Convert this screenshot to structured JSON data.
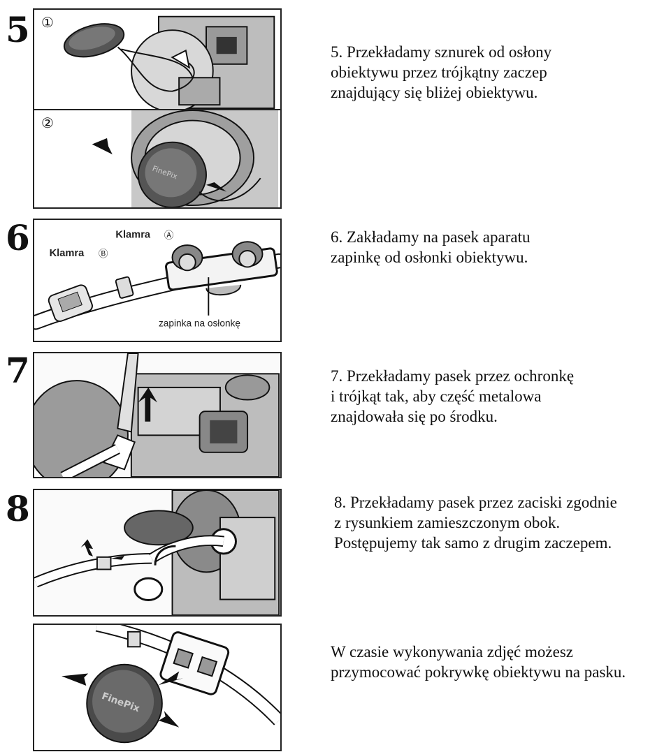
{
  "steps": [
    {
      "number": "5",
      "sub_labels": [
        "①",
        "②"
      ],
      "text_lines": [
        "5. Przekładamy sznurek od osłony",
        "obiektywu przez trójkątny zaczep",
        "znajdujący się bliżej obiektywu."
      ]
    },
    {
      "number": "6",
      "labels": {
        "klamra_a": "Klamra",
        "mark_a": "Ⓐ",
        "klamra_b": "Klamra",
        "mark_b": "Ⓑ",
        "zapinka": "zapinka na osłonkę"
      },
      "text_lines": [
        "6. Zakładamy na pasek aparatu",
        "zapinkę od osłonki obiektywu."
      ]
    },
    {
      "number": "7",
      "text_lines": [
        "7. Przekładamy pasek przez ochronkę",
        "i trójkąt tak, aby część metalowa",
        "znajdowała się po środku."
      ]
    },
    {
      "number": "8",
      "text_lines": [
        "8. Przekładamy pasek przez zaciski zgodnie",
        "z rysunkiem zamieszczonym obok.",
        "Postępujemy tak samo z drugim zaczepem."
      ]
    },
    {
      "text_lines": [
        "W czasie wykonywania zdjęć możesz",
        "przymocować pokrywkę obiektywu na pasku."
      ]
    }
  ],
  "logo_text": "FinePix"
}
